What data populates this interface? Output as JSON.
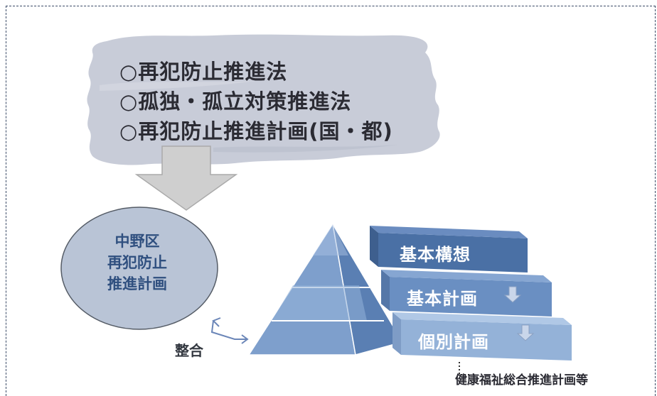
{
  "laws": [
    "○再犯防止推進法",
    "○孤独・孤立対策推進法",
    "○再犯防止推進計画(国・都)"
  ],
  "local_plan": {
    "lines": [
      "中野区",
      "再犯防止",
      "推進計画"
    ]
  },
  "alignment_label": "整合",
  "plan_tiers": [
    "基本構想",
    "基本計画",
    "個別計画"
  ],
  "related_plan_note": "健康福祉総合推進計画等",
  "colors": {
    "cloud": "#c8ccd8",
    "circle": "#b9c4d6",
    "tier_dark": "#4a70a5",
    "tier_mid": "#6a8fc2",
    "tier_light": "#94b2d8",
    "arrow": "#cfcfcf"
  }
}
